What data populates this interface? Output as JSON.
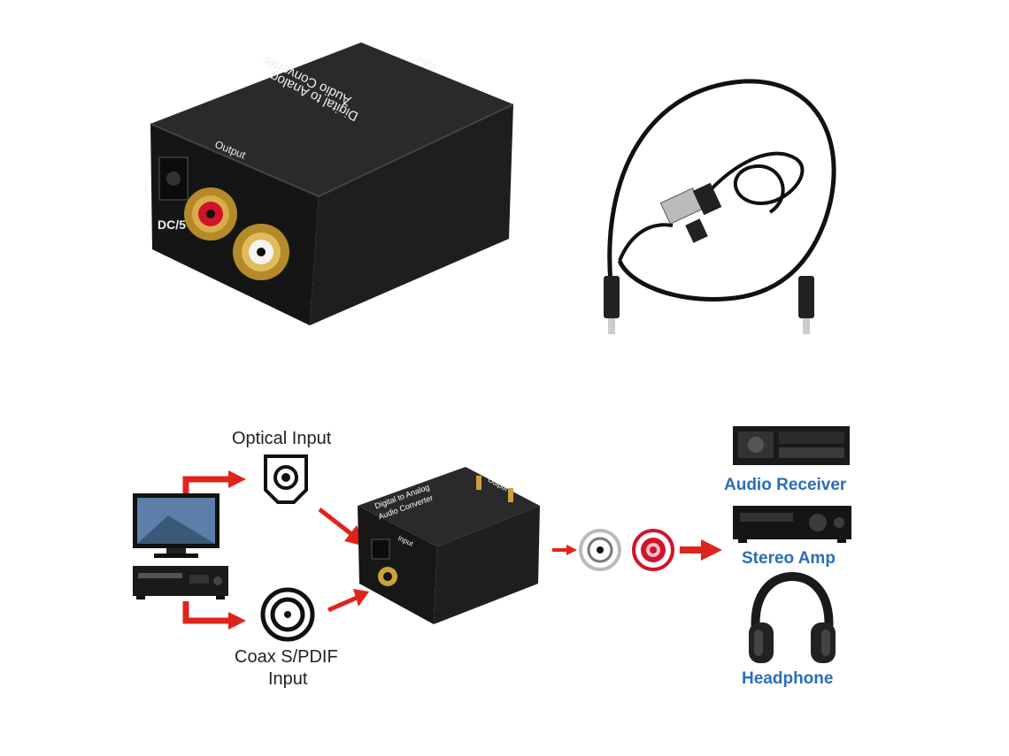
{
  "colors": {
    "arrow": "#e0241b",
    "blue_label": "#2a6ebb",
    "device_body": "#1c1c1c",
    "gold": "#c9a23a",
    "rca_red": "#d0142c"
  },
  "photo": {
    "device_text": {
      "title_line1": "Digital to Analog",
      "title_line2": "Audio Converter",
      "input": "Input",
      "output": "Output",
      "dc": "DC/5"
    },
    "icons": {
      "converter": "dac-converter-photo",
      "cable": "optical-toslink-cable-with-usb-power-cable"
    }
  },
  "diagram": {
    "sources": {
      "optical_label": "Optical Input",
      "coax_label_line1": "Coax S/PDIF",
      "coax_label_line2": "Input",
      "icons": [
        "tv-icon",
        "dvd-player-icon",
        "optical-port-icon",
        "coax-port-icon"
      ]
    },
    "converter": {
      "title_line1": "Digital  to Analog",
      "title_line2": "Audio Converter",
      "input": "Input",
      "output": "Output"
    },
    "outputs": {
      "audio_receiver": "Audio Receiver",
      "stereo_amp": "Stereo Amp",
      "headphone": "Headphone"
    }
  }
}
